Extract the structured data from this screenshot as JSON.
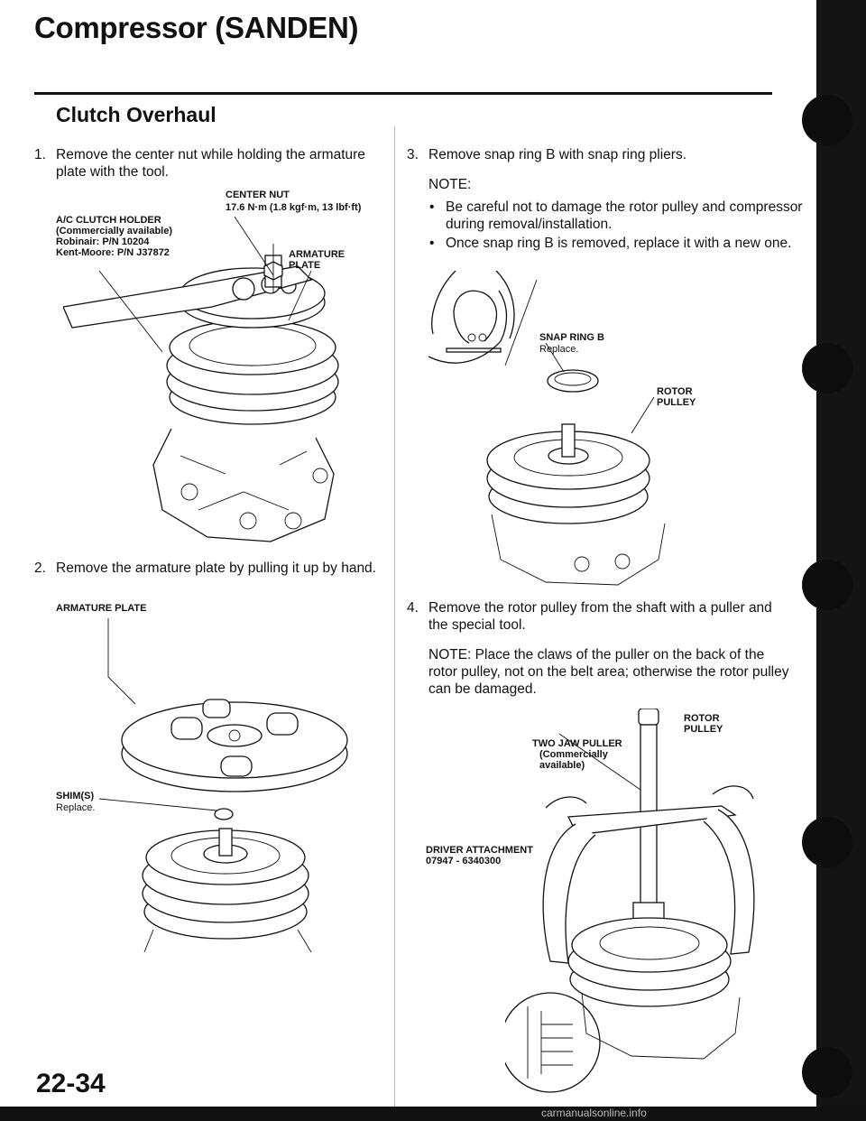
{
  "header": {
    "title": "Compressor (SANDEN)",
    "section": "Clutch Overhaul"
  },
  "steps": [
    {
      "num": "1.",
      "text": "Remove the center nut while holding the armature plate with the tool."
    },
    {
      "num": "2.",
      "text": "Remove the armature plate by pulling it up by hand."
    },
    {
      "num": "3.",
      "text": "Remove snap ring B with snap ring pliers."
    },
    {
      "num": "4.",
      "text": "Remove the rotor pulley from the shaft with a puller and the special tool."
    }
  ],
  "notes": {
    "step3_heading": "NOTE:",
    "step3_bullets": [
      "Be careful not to damage the rotor pulley and compressor during removal/installation.",
      "Once snap ring B is removed, replace it with a new one."
    ],
    "step4_text": "NOTE: Place the claws of the puller on the back of the rotor pulley, not on the belt area; otherwise the rotor pulley can be damaged."
  },
  "labels": {
    "center_nut": "CENTER NUT",
    "center_nut_torque": "17.6 N·m (1.8 kgf·m, 13 lbf·ft)",
    "holder_1": "A/C CLUTCH HOLDER",
    "holder_2": "(Commercially available)",
    "holder_3": "Robinair: P/N 10204",
    "holder_4": "Kent-Moore: P/N J37872",
    "armature_plate_1a": "ARMATURE",
    "armature_plate_1b": "PLATE",
    "armature_plate_2": "ARMATURE PLATE",
    "shims": "SHIM(S)",
    "shims_note": "Replace.",
    "snap_ring": "SNAP RING B",
    "snap_ring_note": "Replace.",
    "rotor_pulley_1a": "ROTOR",
    "rotor_pulley_1b": "PULLEY",
    "rotor_pulley_2a": "ROTOR",
    "rotor_pulley_2b": "PULLEY",
    "puller_1": "TWO JAW PULLER",
    "puller_2": "(Commercially",
    "puller_3": "available)",
    "driver_1": "DRIVER ATTACHMENT",
    "driver_2": "07947 - 6340300"
  },
  "page_number": "22-34",
  "watermark": "carmanualsonline.info"
}
